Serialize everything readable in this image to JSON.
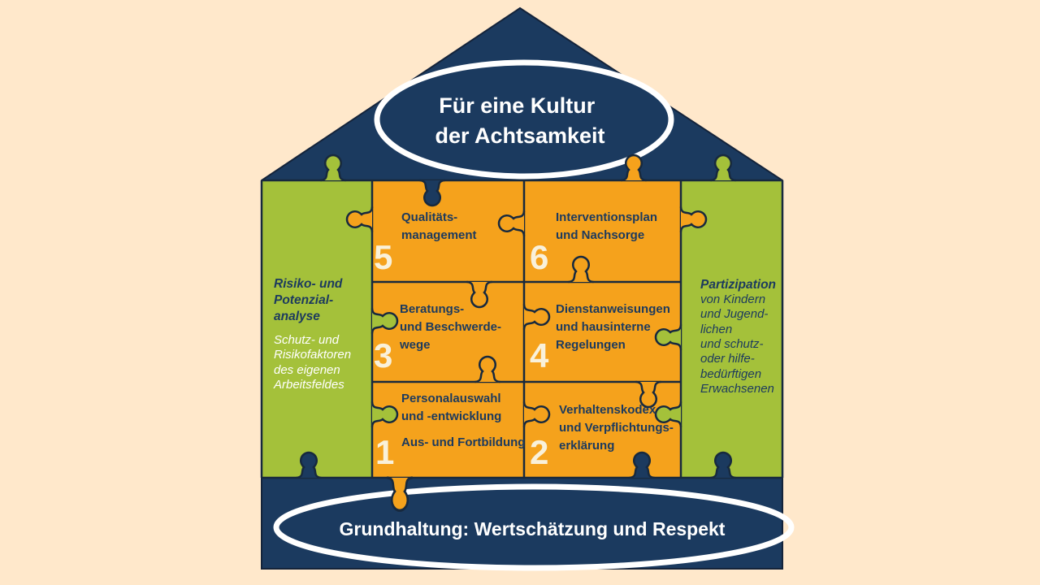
{
  "colors": {
    "background": "#FFE8CB",
    "navy": "#1B3A5F",
    "orange": "#F5A21C",
    "green": "#A4C13A",
    "outline": "#17293E",
    "number": "#F9F1DA",
    "white": "#FFFFFF",
    "label_navy": "#1C3A5E"
  },
  "roof": {
    "title_lines": [
      "Für eine Kultur",
      "der Achtsamkeit"
    ]
  },
  "base": {
    "label": "Grundhaltung: Wertschätzung und Respekt"
  },
  "left_panel": {
    "heading_lines": [
      "Risiko- und",
      "Potenzial-",
      "analyse"
    ],
    "body_lines": [
      "Schutz- und",
      "Risikofaktoren",
      "des eigenen",
      "Arbeitsfeldes"
    ]
  },
  "right_panel": {
    "heading": "Partizipation",
    "body_lines": [
      "von Kindern",
      "und Jugend-",
      "lichen",
      "und schutz-",
      "oder hilfe-",
      "bedürftigen",
      "Erwachsenen"
    ]
  },
  "pieces": {
    "p1": {
      "number": "1",
      "lines": [
        "Personalauswahl",
        "und -entwicklung",
        "Aus- und Fortbildung"
      ]
    },
    "p2": {
      "number": "2",
      "lines": [
        "Verhaltenskodex",
        "und Verpflichtungs-",
        "erklärung"
      ]
    },
    "p3": {
      "number": "3",
      "lines": [
        "Beratungs-",
        "und Beschwerde-",
        "wege"
      ]
    },
    "p4": {
      "number": "4",
      "lines": [
        "Dienstanweisungen",
        "und hausinterne",
        "Regelungen"
      ]
    },
    "p5": {
      "number": "5",
      "lines": [
        "Qualitäts-",
        "management"
      ]
    },
    "p6": {
      "number": "6",
      "lines": [
        "Interventionsplan",
        "und Nachsorge"
      ]
    }
  }
}
